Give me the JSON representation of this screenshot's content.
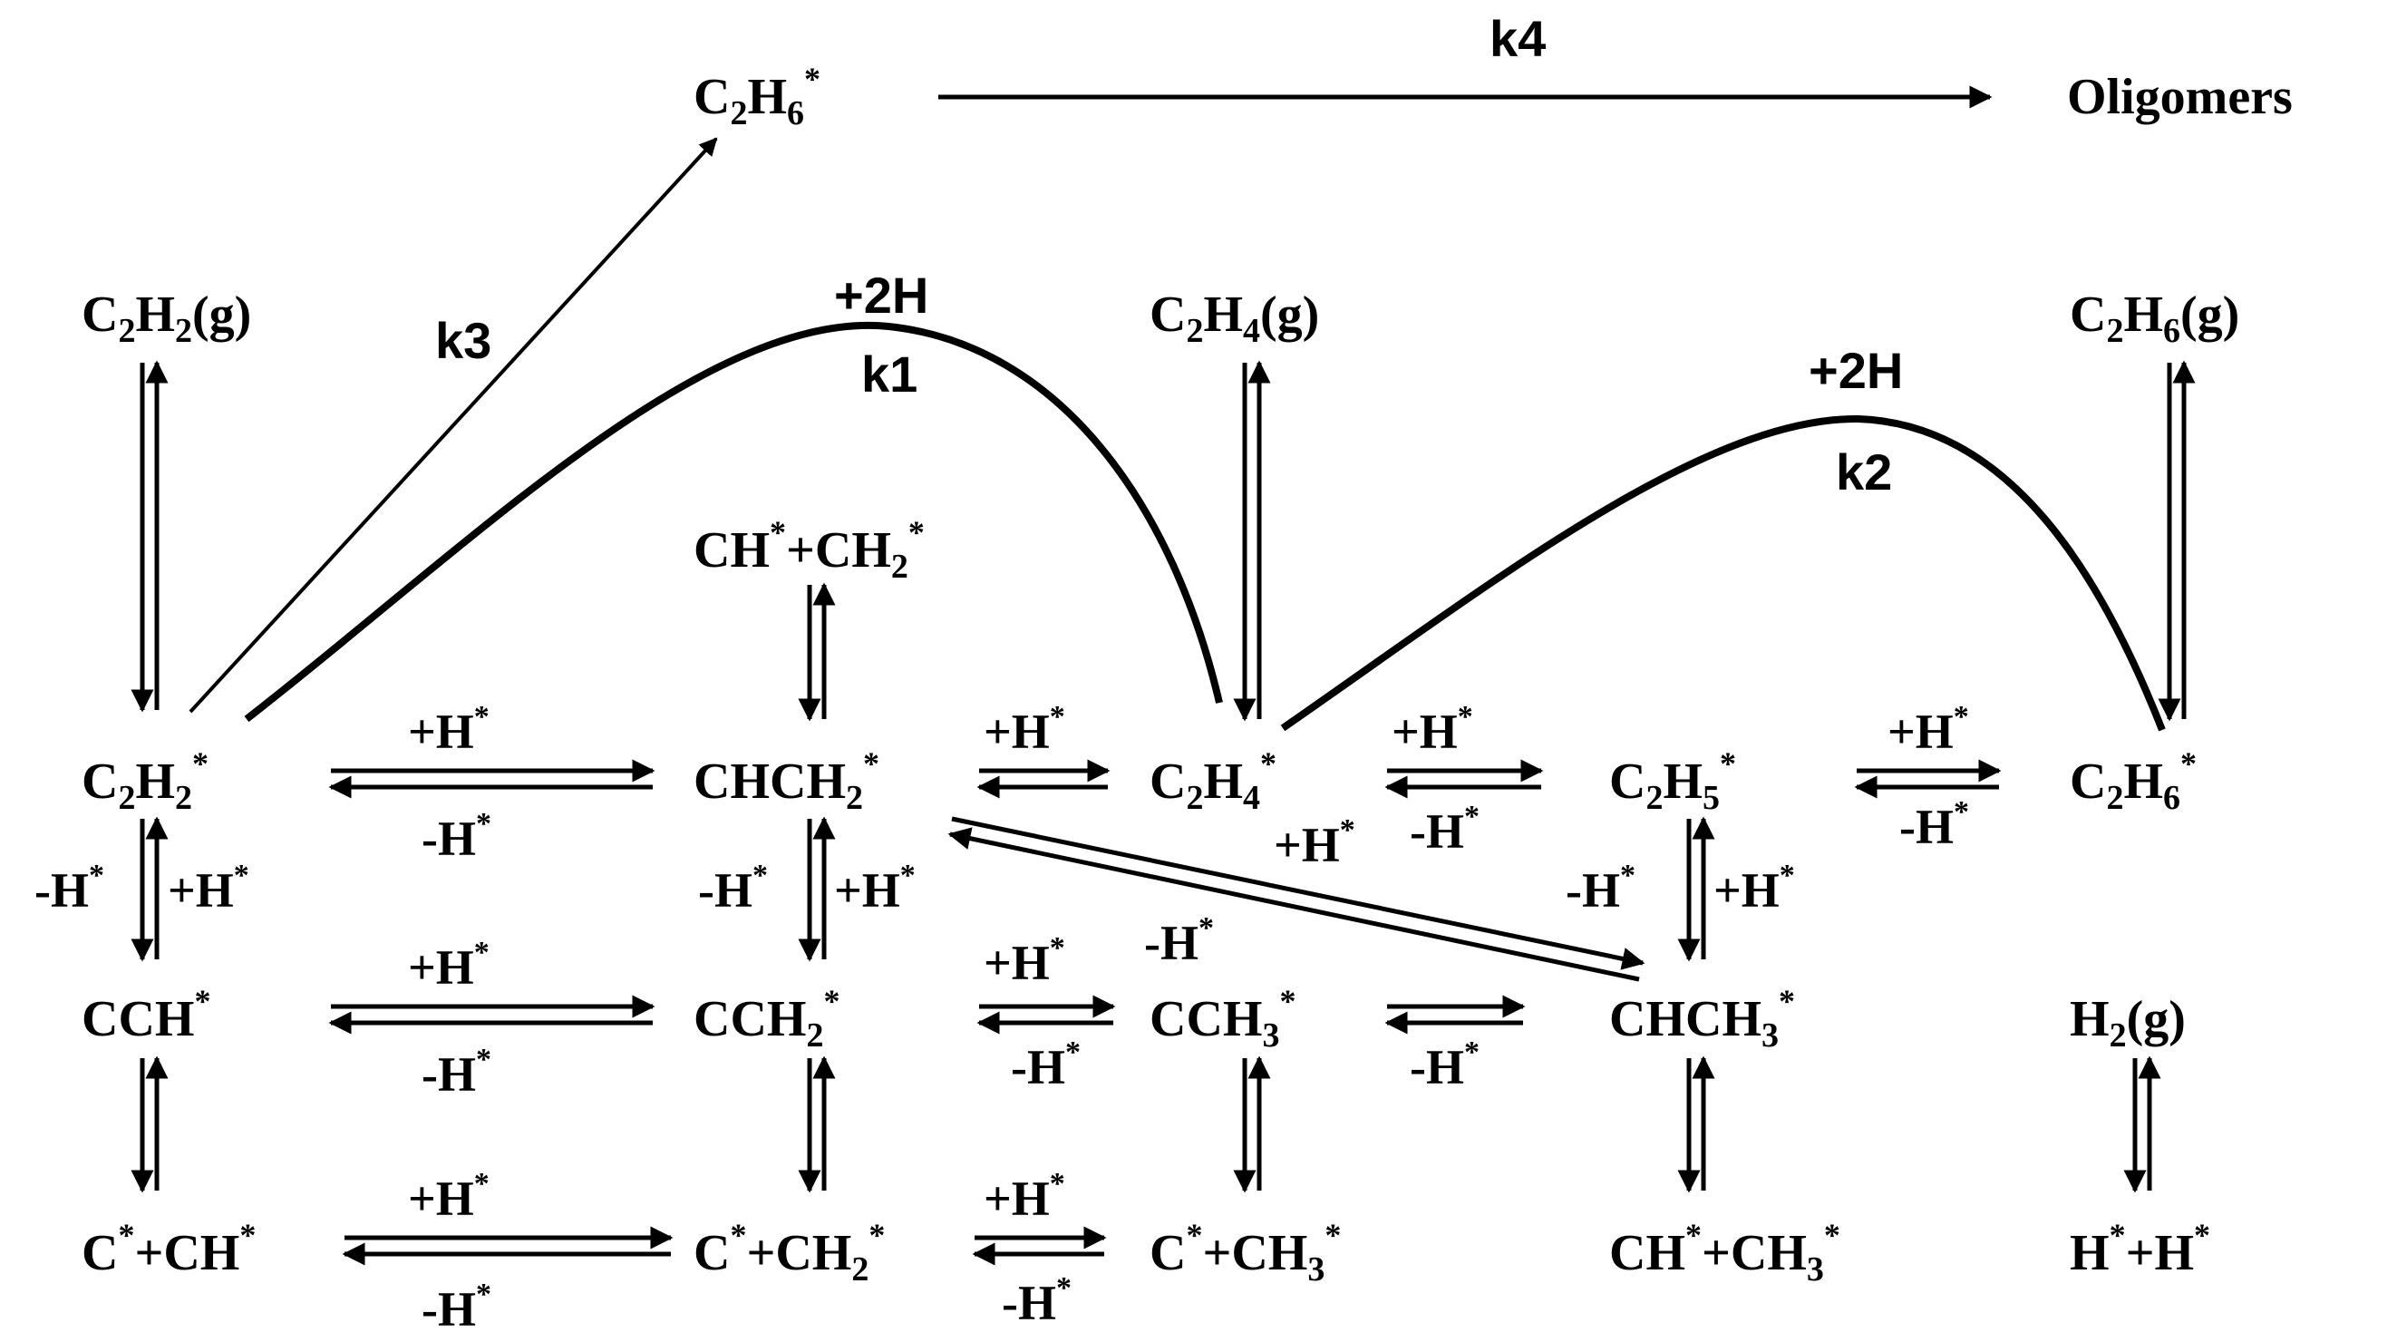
{
  "species": {
    "c2h6_top": [
      "C",
      "2",
      "H",
      "6",
      "*"
    ],
    "oligomers": "Oligomers",
    "c2h2_g": [
      "C",
      "2",
      "H",
      "2",
      "(g)"
    ],
    "c2h4_g": [
      "C",
      "2",
      "H",
      "4",
      "(g)"
    ],
    "c2h6_g": [
      "C",
      "2",
      "H",
      "6",
      "(g)"
    ],
    "ch_ch2": [
      "CH",
      "*",
      "+CH",
      "2",
      "*"
    ],
    "c2h2_ads": [
      "C",
      "2",
      "H",
      "2",
      "*"
    ],
    "chch2": [
      "CHCH",
      "2",
      "*"
    ],
    "c2h4_ads": [
      "C",
      "2",
      "H",
      "4",
      "*"
    ],
    "c2h5_ads": [
      "C",
      "2",
      "H",
      "5",
      "*"
    ],
    "c2h6_ads": [
      "C",
      "2",
      "H",
      "6",
      "*"
    ],
    "cch": [
      "CCH",
      "*"
    ],
    "cch2": [
      "CCH",
      "2",
      "*"
    ],
    "cch3": [
      "CCH",
      "3",
      "*"
    ],
    "chch3": [
      "CHCH",
      "3",
      "*"
    ],
    "h2_g": [
      "H",
      "2",
      "(g)"
    ],
    "c_ch": [
      "C",
      "*",
      "+CH",
      "*"
    ],
    "c_ch2": [
      "C",
      "*",
      "+CH",
      "2",
      "*"
    ],
    "c_ch3": [
      "C",
      "*",
      "+CH",
      "3",
      "*"
    ],
    "ch_ch3": [
      "CH",
      "*",
      "+CH",
      "3",
      "*"
    ],
    "h_h": [
      "H",
      "*",
      "+H",
      "*"
    ]
  },
  "step_labels": {
    "plus_h": [
      "+H",
      "*"
    ],
    "minus_h": [
      "-H",
      "*"
    ]
  },
  "rate_constants": {
    "k1": "k1",
    "k2": "k2",
    "k3": "k3",
    "k4": "k4",
    "plus_2h": "+2H"
  }
}
